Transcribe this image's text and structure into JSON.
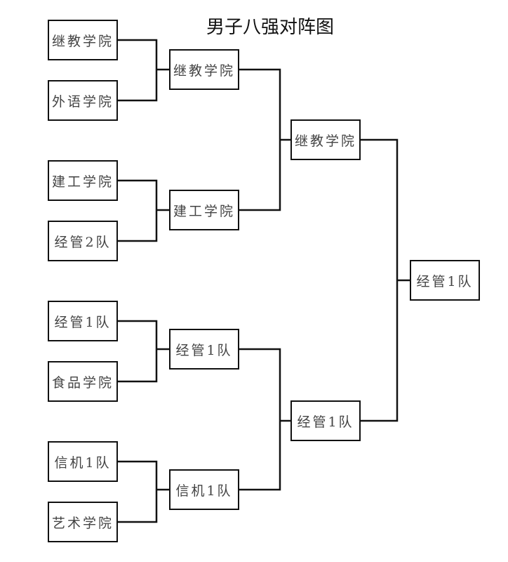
{
  "title": "男子八强对阵图",
  "bracket": {
    "round1": [
      {
        "team": "继教学院"
      },
      {
        "team": "外语学院"
      },
      {
        "team": "建工学院"
      },
      {
        "team": "经管2队"
      },
      {
        "team": "经管1队"
      },
      {
        "team": "食品学院"
      },
      {
        "team": "信机1队"
      },
      {
        "team": "艺术学院"
      }
    ],
    "round2": [
      {
        "team": "继教学院"
      },
      {
        "team": "建工学院"
      },
      {
        "team": "经管1队"
      },
      {
        "team": "信机1队"
      }
    ],
    "round3": [
      {
        "team": "继教学院"
      },
      {
        "team": "经管1队"
      }
    ],
    "champion": {
      "team": "经管1队"
    }
  }
}
